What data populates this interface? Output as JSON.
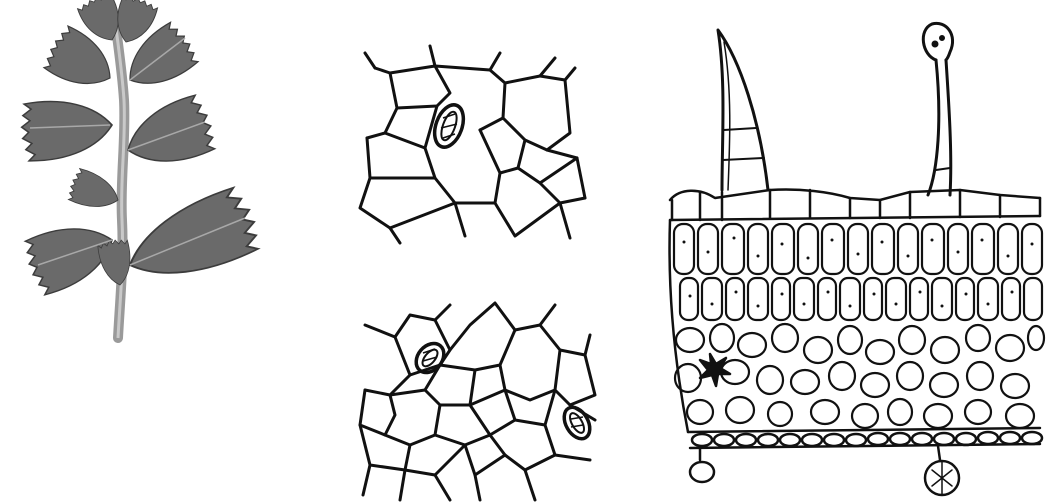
{
  "figure": {
    "background": "#ffffff",
    "ink_color": "#111111",
    "leaf_color": "#6a6a6a",
    "leaf_dark": "#3c3c3c",
    "stem_color": "#9a9a9a"
  },
  "panels": [
    {
      "name": "plant-specimen",
      "icon": "leafy-shoot-photo"
    },
    {
      "name": "upper-epidermis-surface-view",
      "icon": "epidermal-cells-with-stoma"
    },
    {
      "name": "lower-epidermis-surface-view",
      "icon": "epidermal-cells-with-stomata"
    },
    {
      "name": "leaf-transverse-section",
      "icon": "leaf-cross-section-with-trichomes"
    }
  ]
}
